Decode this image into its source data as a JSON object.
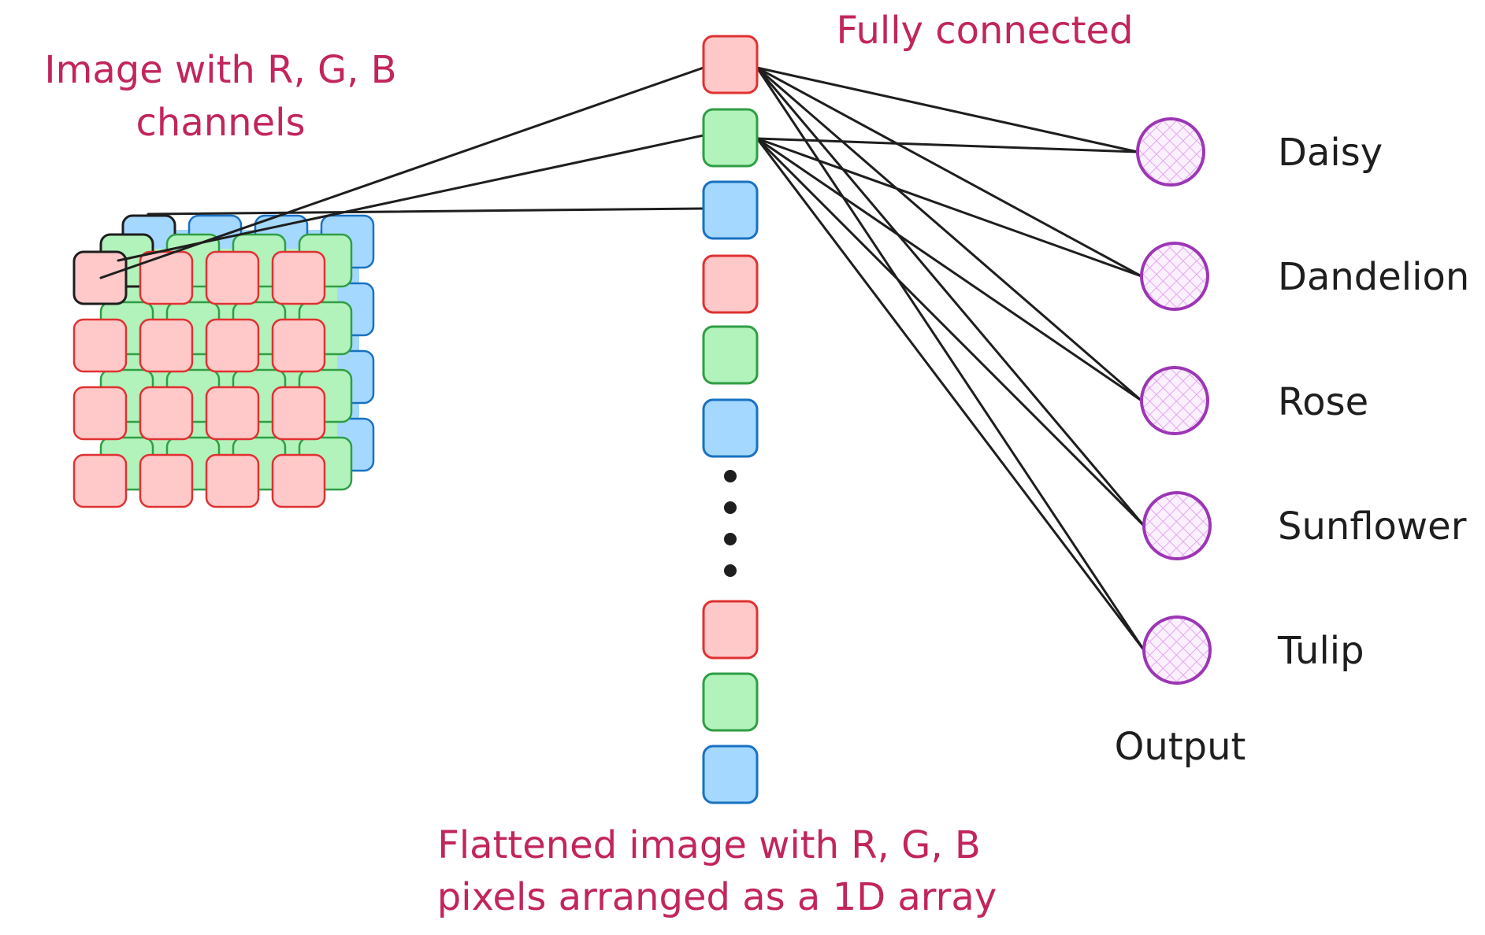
{
  "labels": {
    "input_title_line1": "Image with R, G, B",
    "input_title_line2": "channels",
    "fc_title": "Fully connected",
    "flat_title_line1": "Flattened image with R, G, B",
    "flat_title_line2": "pixels arranged as a 1D array",
    "output_title": "Output"
  },
  "classes": [
    "Daisy",
    "Dandelion",
    "Rose",
    "Sunflower",
    "Tulip"
  ],
  "flattened_column": [
    "R",
    "G",
    "B",
    "R",
    "G",
    "B",
    "ellipsis",
    "R",
    "G",
    "B"
  ],
  "image_grid": {
    "rows": 4,
    "cols": 4,
    "channels": [
      "B",
      "G",
      "R"
    ]
  },
  "colors": {
    "red_fill": "#ffc9c9",
    "red_stroke": "#e03131",
    "green_fill": "#b2f2bb",
    "green_stroke": "#2f9e44",
    "blue_fill": "#a5d8ff",
    "blue_stroke": "#1971c2",
    "node_fill": "#f3d9fa",
    "node_stroke": "#9c36b5",
    "line": "#1e1e1e",
    "caption": "#c2255c",
    "text": "#1e1e1e"
  }
}
